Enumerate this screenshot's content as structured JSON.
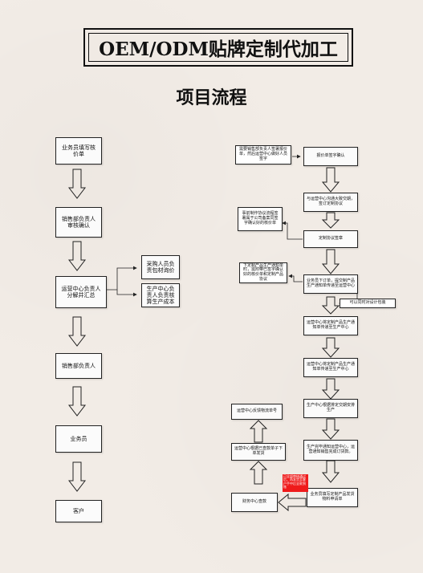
{
  "header": {
    "title": "OEM/ODM贴牌定制代加工",
    "subtitle": "项目流程"
  },
  "left_flow": {
    "n1": "业务员填写核价单",
    "n2": "销售部负责人审核确认",
    "n3": "运营中心负责人分解并汇总",
    "n3a": "采购人员负责包材询价",
    "n3b": "生产中心负责人负责核算生产成本",
    "n4": "销售部负责人",
    "n5": "业务员",
    "n6": "客户"
  },
  "right_flow": {
    "note1": "需要销售部负责人签署报价单，然后运营中心做好人员签字",
    "r1": "报价单签字确认",
    "r2": "与运营中心沟通大致交期，签订定制协议",
    "note2": "事前制作协议流程签署属于公司备案同签字确认好的核价单",
    "r3": "定制协议签章",
    "note3": "下定制产品生产通知单时，需附带已签字确认好的核价单和定制产品协议",
    "r4": "业务员下订单，提交制产品生产通知单传递至运营中心",
    "side1": "可以同时对设计包装",
    "r5": "运营中心将定制产品生产通知单传递至生产中心",
    "r6": "运营中心将定制产品生产通知单传递至生产中心",
    "r7": "生产中心根据排定交期安排生产",
    "r8": "生产完毕通知运营中心，运营通知销售完成订货款。",
    "r9": "业务员填写定制产品发货物料申请单",
    "red": "已全部审核通过后，再发货至客户手中后全款到账",
    "b1": "财务中心查款",
    "b2": "运营中心根据已查款单子下单发货",
    "b3": "运营中心反馈物流单号"
  }
}
